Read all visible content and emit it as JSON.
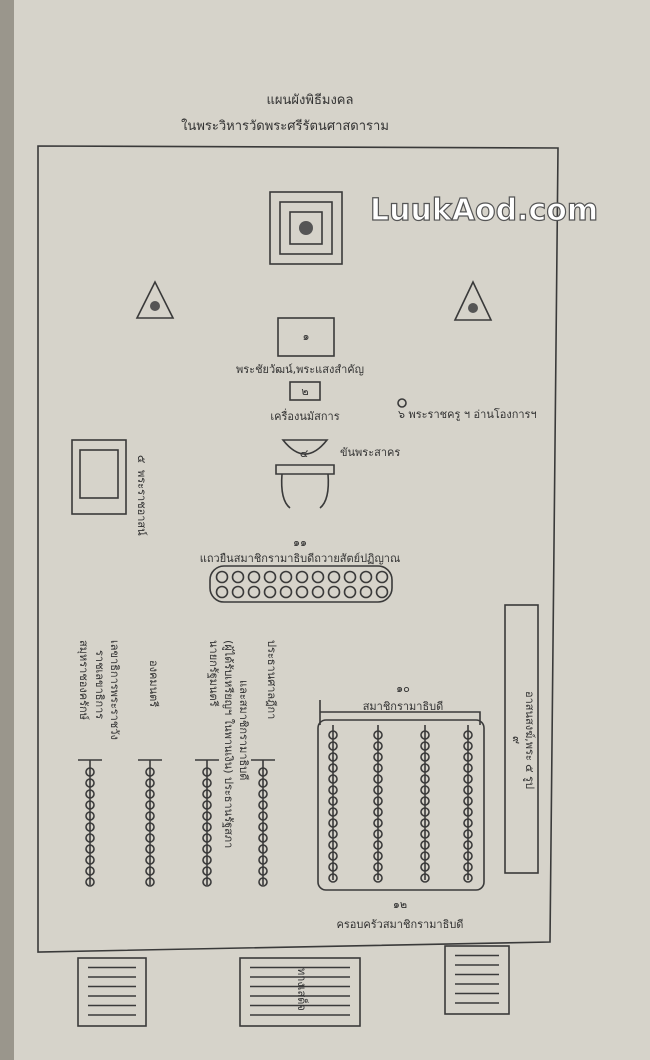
{
  "title": "แผนผังพิธีมงคล",
  "subtitle": "ในพระวิหารวัดพระศรีรัตนศาสดาราม",
  "watermark": "LuukAod.com",
  "items": {
    "box1_num": "๑",
    "box1_label": "พระชัยวัฒน์,พระแสงสำคัญ",
    "box2_num": "๒",
    "box2_label": "เครื่องนมัสการ",
    "bowl_num": "๔",
    "bowl_label": "ขันพระสาคร",
    "reader_label": "๖ พระราชครู ฯ อ่านโองการฯ",
    "throne_num": "๕",
    "throne_label": "พระราชอาสน์",
    "row_num": "๑๑",
    "row_label": "แถวยืนสมาชิกรามาธิบดีถวายสัตย์ปฏิญาณ",
    "monks_num": "๙",
    "monks_label": "อาสนสงฆ์,พระ ๕ รูป",
    "members_num": "๑๐",
    "members_label": "สมาชิกรามาธิบดี",
    "family_num": "๑๒",
    "family_label": "ครอบครัวสมาชิกรามาธิบดี",
    "entrance_label": "ทางเสด็จ"
  },
  "left_columns": [
    "สมุหราชองครักษ์",
    "ราชเลขาธิการ",
    "เลขาธิการพระราชวัง",
    "องคมนตรี",
    "นายกรัฐมนตรี",
    "(ผู้ได้รับเหรียญฯ ในพานเงิน) ประธานรัฐสภา",
    "และสมาชิกรามาธิบดี",
    "ประธานศาลฎีกา"
  ]
}
